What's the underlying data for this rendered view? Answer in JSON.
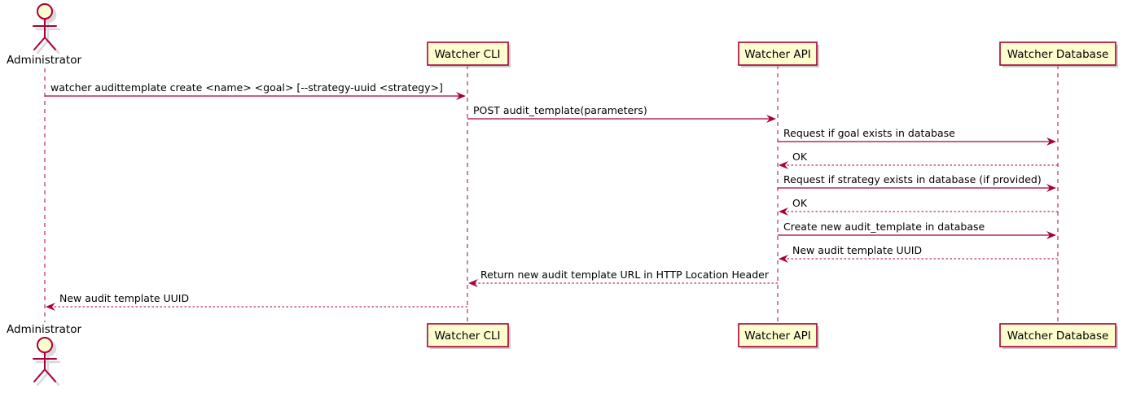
{
  "colors": {
    "border": "#A80036",
    "participant_fill": "#FEFECE",
    "text": "#000000",
    "background": "#FFFFFF"
  },
  "actor": {
    "label": "Administrator"
  },
  "participants": [
    {
      "label": "Watcher CLI"
    },
    {
      "label": "Watcher API"
    },
    {
      "label": "Watcher Database"
    }
  ],
  "messages": [
    {
      "from": "Administrator",
      "to": "Watcher CLI",
      "line": "solid",
      "label": "watcher audittemplate create <name> <goal> [--strategy-uuid <strategy>]"
    },
    {
      "from": "Watcher CLI",
      "to": "Watcher API",
      "line": "solid",
      "label": "POST audit_template(parameters)"
    },
    {
      "from": "Watcher API",
      "to": "Watcher Database",
      "line": "solid",
      "label": "Request if goal exists in database"
    },
    {
      "from": "Watcher Database",
      "to": "Watcher API",
      "line": "dotted",
      "label": "OK"
    },
    {
      "from": "Watcher API",
      "to": "Watcher Database",
      "line": "solid",
      "label": "Request if strategy exists in database (if provided)"
    },
    {
      "from": "Watcher Database",
      "to": "Watcher API",
      "line": "dotted",
      "label": "OK"
    },
    {
      "from": "Watcher API",
      "to": "Watcher Database",
      "line": "solid",
      "label": "Create new audit_template in database"
    },
    {
      "from": "Watcher Database",
      "to": "Watcher API",
      "line": "dotted",
      "label": "New audit template UUID"
    },
    {
      "from": "Watcher API",
      "to": "Watcher CLI",
      "line": "dotted",
      "label": "Return new audit template URL in HTTP Location Header"
    },
    {
      "from": "Watcher CLI",
      "to": "Administrator",
      "line": "dotted",
      "label": "New audit template UUID"
    }
  ]
}
